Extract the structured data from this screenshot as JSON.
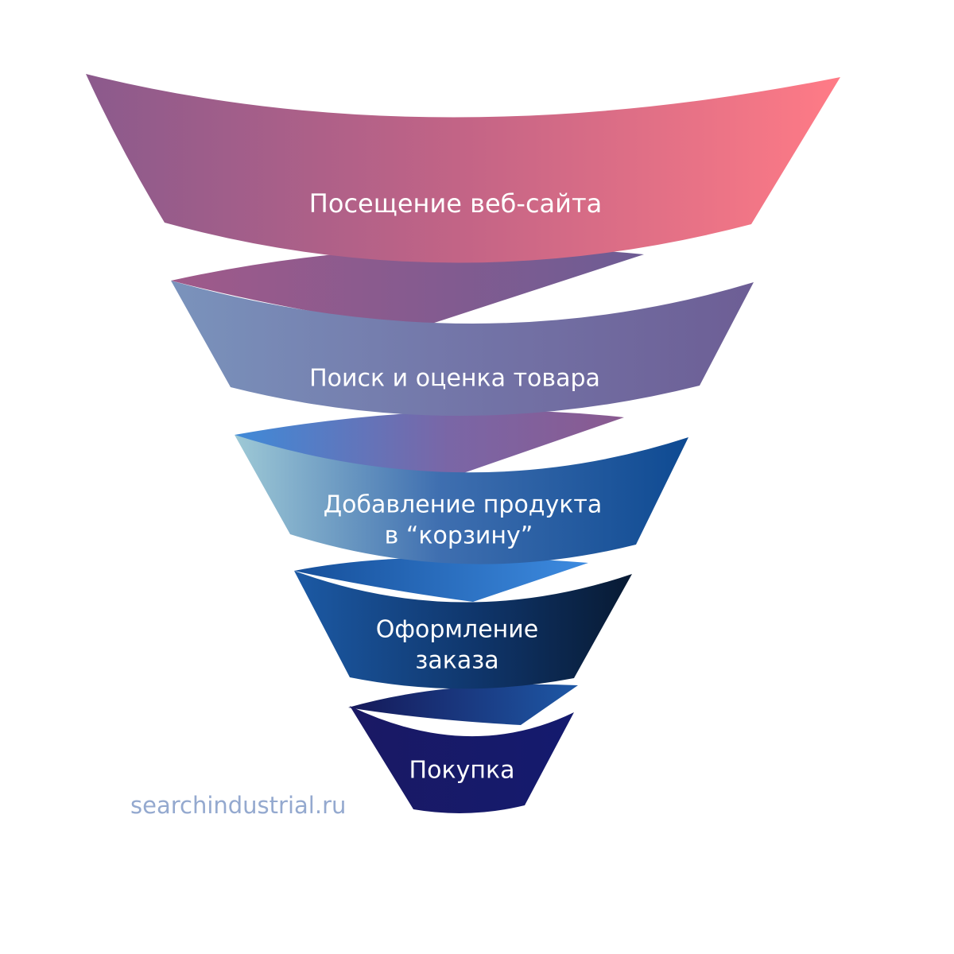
{
  "stages": [
    {
      "label": "Посещение веб-сайта"
    },
    {
      "label": "Поиск и оценка товара"
    },
    {
      "label_lines": [
        "Добавление продукта",
        "в “корзину”"
      ]
    },
    {
      "label_lines": [
        "Оформление",
        "заказа"
      ]
    },
    {
      "label": "Покупка"
    }
  ],
  "watermark": "searchindustrial.ru",
  "colors": {
    "stage1": [
      "#8b5a8c",
      "#c36486",
      "#ff7b86"
    ],
    "stage2": [
      "#7a93bc",
      "#7375a8",
      "#6d5e95"
    ],
    "stage3": [
      "#9ec9d6",
      "#3f6fb0",
      "#0e4a92"
    ],
    "stage4": [
      "#1c5aa5",
      "#0f356a",
      "#081a33"
    ],
    "stage5": [
      "#1a1964",
      "#141a6e"
    ],
    "background": "#ffffff"
  }
}
